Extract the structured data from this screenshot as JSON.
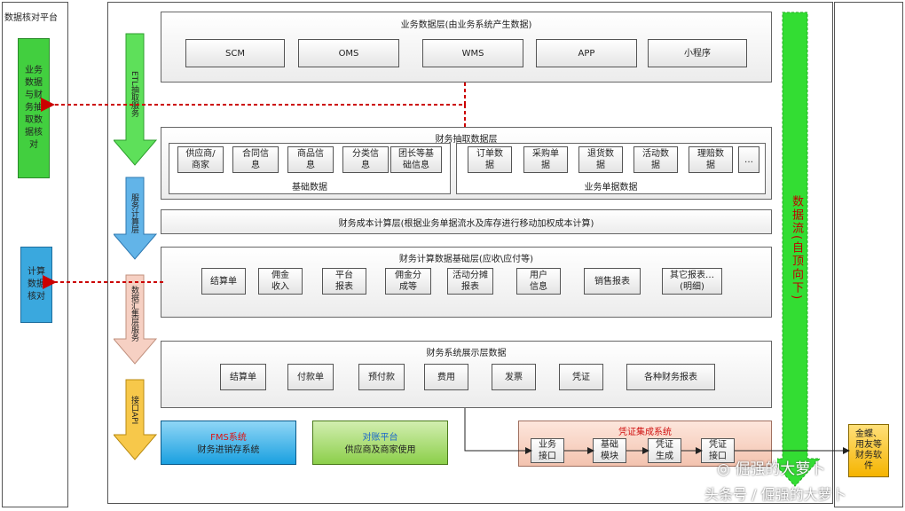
{
  "left_panel": {
    "title": "数据核对平台",
    "check1": "业务数据与财务抽取数据核对",
    "check2": "计算数据核对"
  },
  "layers": {
    "business": {
      "title": "业务数据层(由业务系统产生数据)",
      "systems": [
        "SCM",
        "OMS",
        "WMS",
        "APP",
        "小程序"
      ]
    },
    "extract": {
      "title": "财务抽取数据层",
      "basic": {
        "label": "基础数据",
        "items": [
          "供应商/商家",
          "合同信息",
          "商品信息",
          "分类信息",
          "团长等基础信息"
        ]
      },
      "docs": {
        "label": "业务单据数据",
        "items": [
          "订单数据",
          "采购单据",
          "退货数据",
          "活动数据",
          "理赔数据",
          "…"
        ]
      }
    },
    "cost": {
      "title": "财务成本计算层(根据业务单据流水及库存进行移动加权成本计算)"
    },
    "calc": {
      "title": "财务计算数据基础层(应收\\应付等)",
      "items": [
        "结算单",
        "佣金收入",
        "平台报表",
        "佣金分成等",
        "活动分摊报表",
        "用户信息",
        "销售报表",
        "其它报表…(明细)"
      ]
    },
    "display": {
      "title": "财务系统展示层数据",
      "items": [
        "结算单",
        "付款单",
        "预付款",
        "费用",
        "发票",
        "凭证",
        "各种财务报表"
      ]
    }
  },
  "side_arrows": [
    "ETL抽取服务",
    "服务计算层",
    "数据汇集层服务",
    "接口API"
  ],
  "systems": {
    "fms": {
      "title": "FMS系统",
      "desc": "财务进销存系统"
    },
    "recon": {
      "title": "对账平台",
      "desc": "供应商及商家使用"
    },
    "voucher": {
      "title": "凭证集成系统",
      "steps": [
        "业务接口",
        "基础模块",
        "凭证生成",
        "凭证接口"
      ]
    },
    "finance": "金蝶、用友等财务软件"
  },
  "flow_label": "数据流(自顶向下)",
  "watermark1": "倔强的大萝卜",
  "watermark2": "头条号 / 倔强的大萝卜",
  "colors": {
    "green": "#33dd33",
    "green_light": "#66ee66",
    "blue": "#3aa8de",
    "red_dash": "#cc0000",
    "orange": "#f5b400",
    "salmon": "#f6c9b8",
    "fms_blue": "#1aa0e0",
    "recon_green": "#8ccf4a"
  }
}
